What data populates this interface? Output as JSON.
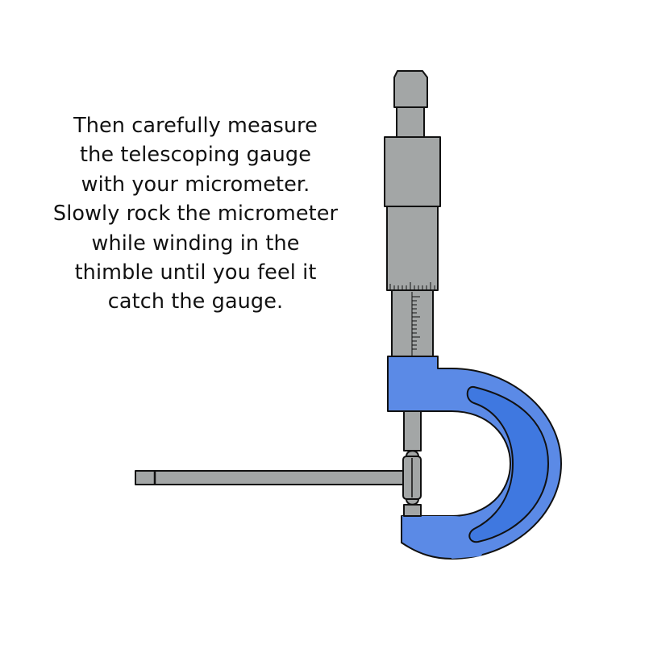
{
  "instruction": {
    "lines": [
      "Then carefully measure",
      "the telescoping gauge",
      "with your micrometer.",
      "Slowly rock the micrometer",
      "while winding in the",
      "thimble until you feel it",
      "catch the gauge."
    ]
  },
  "illustration": {
    "tool_icon": "micrometer-icon",
    "gauge_icon": "telescoping-gauge-icon",
    "colors": {
      "frame_fill": "#5b8ae6",
      "frame_inner": "#3f78e0",
      "metal": "#a3a6a6",
      "outline": "#111111",
      "background": "#ffffff"
    }
  }
}
